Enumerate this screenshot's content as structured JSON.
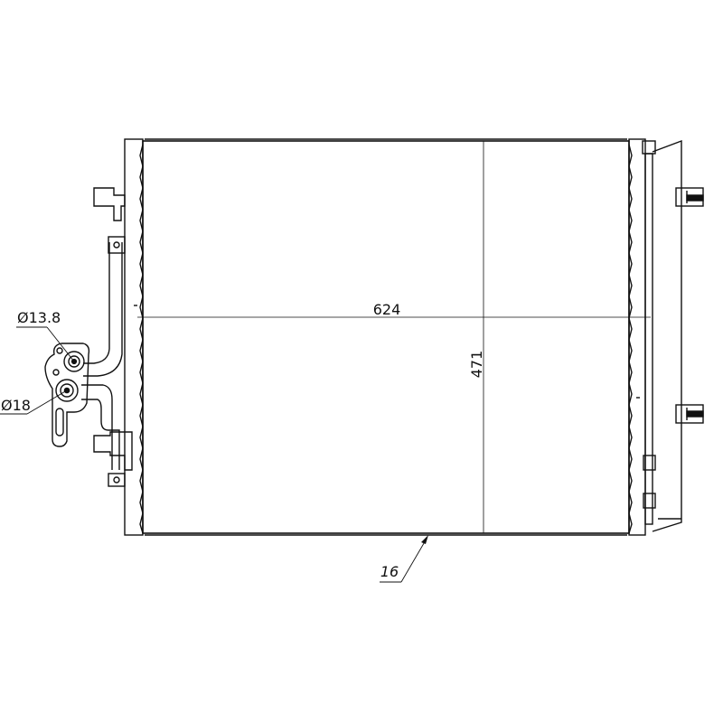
{
  "dimensions": {
    "width": "624",
    "height": "471",
    "thickness": "16",
    "inlet_diameter": "Ø13.8",
    "outlet_diameter": "Ø18"
  },
  "colors": {
    "line": "#111111",
    "background": "#ffffff"
  }
}
